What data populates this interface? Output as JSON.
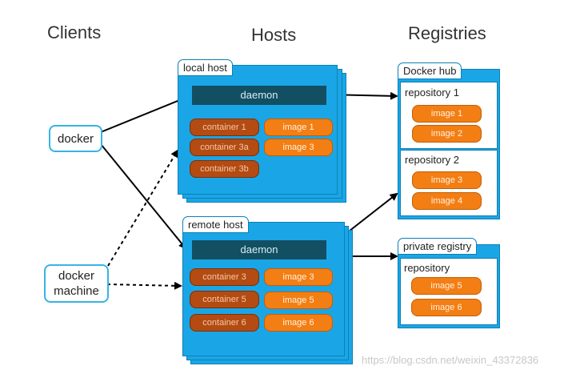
{
  "columns": {
    "clients": "Clients",
    "hosts": "Hosts",
    "registries": "Registries"
  },
  "clients": {
    "docker": "docker",
    "docker_machine": "docker machine"
  },
  "local_host": {
    "label": "local host",
    "daemon": "daemon",
    "containers": [
      "container 1",
      "container 3a",
      "container 3b"
    ],
    "images": [
      "image 1",
      "image 3"
    ]
  },
  "remote_host": {
    "label": "remote host",
    "daemon": "daemon",
    "containers": [
      "container 3",
      "container 5",
      "container 6"
    ],
    "images": [
      "image 3",
      "image 5",
      "image 6"
    ]
  },
  "docker_hub": {
    "label": "Docker hub",
    "repositories": [
      {
        "name": "repository 1",
        "images": [
          "image 1",
          "image 2"
        ]
      },
      {
        "name": "repository 2",
        "images": [
          "image 3",
          "image 4"
        ]
      }
    ]
  },
  "private_registry": {
    "label": "private registry",
    "repository": {
      "name": "repository",
      "images": [
        "image 5",
        "image 6"
      ]
    }
  },
  "watermark": "https://blog.csdn.net/weixin_43372836",
  "colors": {
    "host_blue": "#1aa6e6",
    "daemon": "#124f62",
    "container": "#b34b12",
    "image": "#f37e14",
    "client_border": "#36b4e5"
  }
}
